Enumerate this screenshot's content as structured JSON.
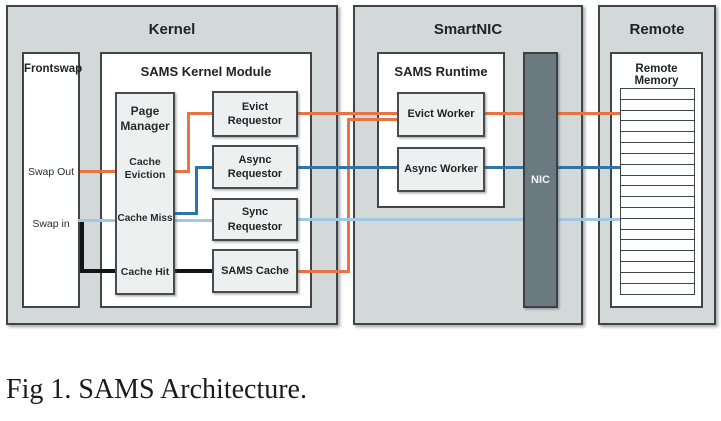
{
  "figure": {
    "caption": "Fig 1. SAMS Architecture."
  },
  "kernel": {
    "title": "Kernel",
    "frontswap": {
      "title": "Frontswap",
      "swap_out_label": "Swap Out",
      "swap_in_label": "Swap in"
    },
    "module": {
      "title": "SAMS Kernel Module",
      "page_manager": {
        "title": "Page Manager",
        "rows": [
          {
            "label": "Cache Eviction"
          },
          {
            "label": "Cache Miss"
          },
          {
            "label": "Cache Hit"
          }
        ]
      },
      "components": [
        {
          "label": "Evict Requestor"
        },
        {
          "label": "Async Requestor"
        },
        {
          "label": "Sync Requestor"
        },
        {
          "label": "SAMS Cache"
        }
      ]
    }
  },
  "smartnic": {
    "title": "SmartNIC",
    "runtime": {
      "title": "SAMS Runtime",
      "components": [
        {
          "label": "Evict Worker"
        },
        {
          "label": "Async Worker"
        }
      ]
    },
    "nic": {
      "label": "NIC"
    }
  },
  "remote": {
    "title": "Remote",
    "memory": {
      "title": "Remote Memory",
      "slot_count": 19
    }
  },
  "colors": {
    "evict_path": "#e87345",
    "async_path": "#2e74a8",
    "sync_path": "#a3c9e2",
    "hit_path": "#141414"
  },
  "connections": [
    {
      "from": "Swap Out",
      "to": "Cache Eviction",
      "path": "evict_path"
    },
    {
      "from": "Cache Eviction",
      "to": "Evict Requestor",
      "path": "evict_path"
    },
    {
      "from": "Evict Requestor",
      "to": "Evict Worker",
      "path": "evict_path"
    },
    {
      "from": "SAMS Cache",
      "to": "Evict Worker",
      "path": "evict_path"
    },
    {
      "from": "Evict Worker",
      "to": "Remote Memory",
      "path": "evict_path"
    },
    {
      "from": "Cache Miss",
      "to": "Async Requestor",
      "path": "async_path"
    },
    {
      "from": "Async Requestor",
      "to": "Async Worker",
      "path": "async_path"
    },
    {
      "from": "Async Worker",
      "to": "Remote Memory",
      "path": "async_path"
    },
    {
      "from": "Swap in",
      "to": "Cache Miss",
      "path": "sync_path"
    },
    {
      "from": "Cache Miss",
      "to": "Sync Requestor",
      "path": "sync_path"
    },
    {
      "from": "Sync Requestor",
      "to": "Remote Memory",
      "path": "sync_path"
    },
    {
      "from": "Swap in",
      "to": "Cache Hit",
      "path": "hit_path"
    },
    {
      "from": "Cache Hit",
      "to": "SAMS Cache",
      "path": "hit_path"
    }
  ]
}
